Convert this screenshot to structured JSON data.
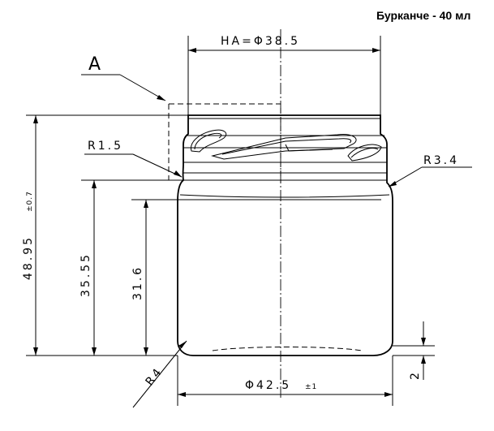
{
  "title": "Бурканче - 40 мл",
  "view_label": "A",
  "dims": {
    "neck_diameter": "HA=Φ38.5",
    "body_diameter": "Φ42.5",
    "body_diameter_tol": "±1",
    "total_height": "48.95",
    "total_height_tol": "±0.7",
    "shoulder_height": "35.55",
    "body_height": "31.6",
    "base_offset": "2",
    "radius_neck": "R1.5",
    "radius_shoulder": "R3.4",
    "radius_base": "R4"
  }
}
